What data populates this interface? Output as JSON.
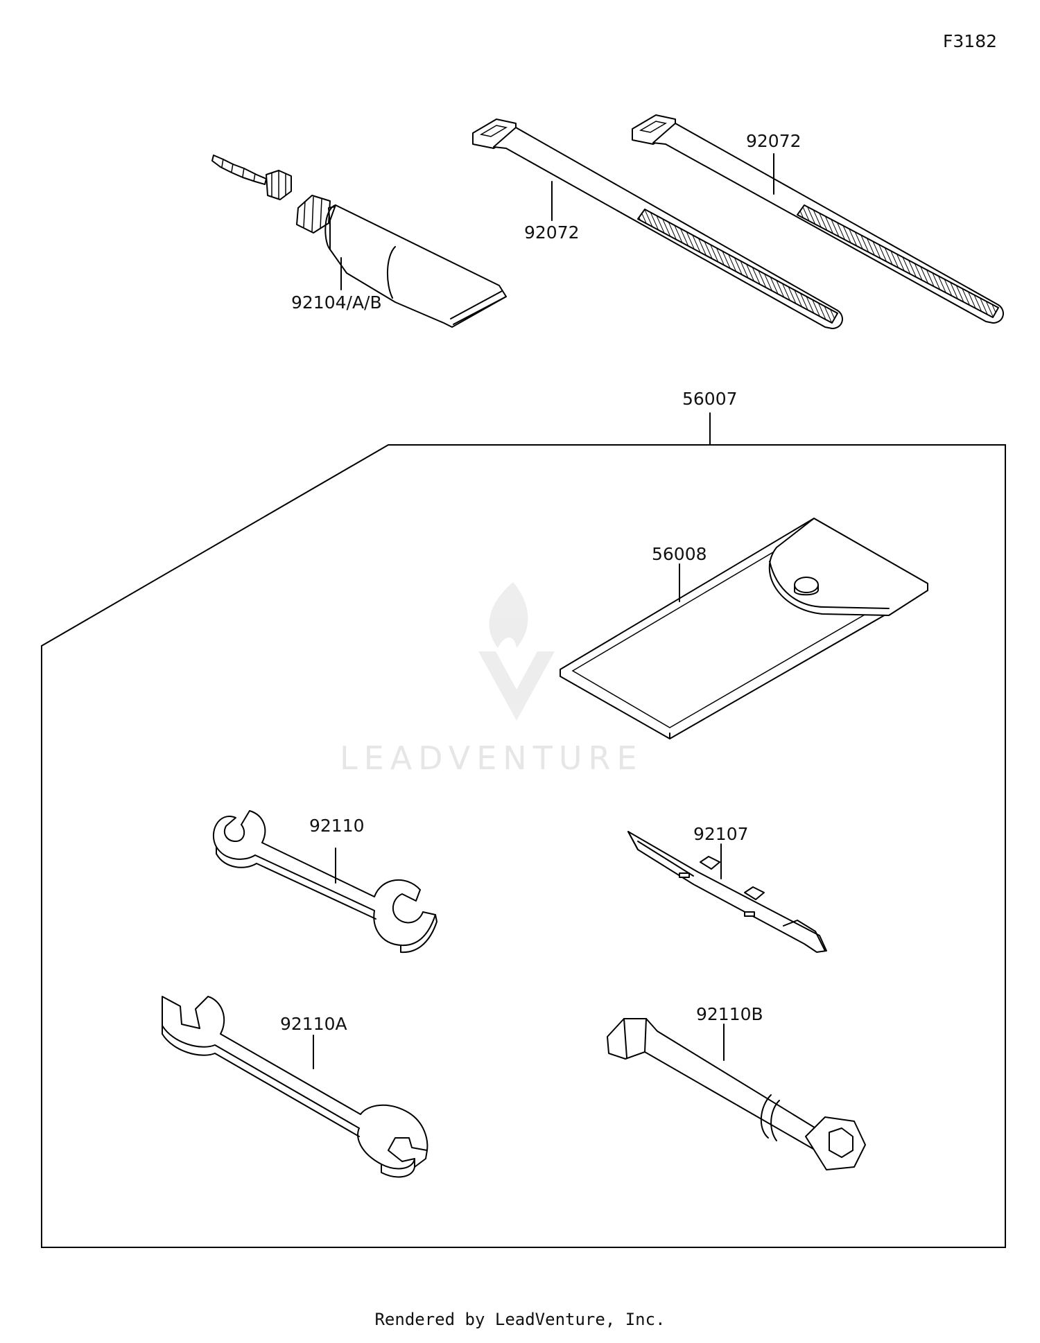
{
  "figure_code": "F3182",
  "watermark": "LEADVENTURE",
  "footer": "Rendered by LeadVenture, Inc.",
  "parts": {
    "grease": "92104/A/B",
    "band_left": "92072",
    "band_right": "92072",
    "tool_kit": "56007",
    "tool_case": "56008",
    "wrench": "92110",
    "screwdriver": "92107",
    "wrench_a": "92110A",
    "plug_wrench": "92110B"
  }
}
